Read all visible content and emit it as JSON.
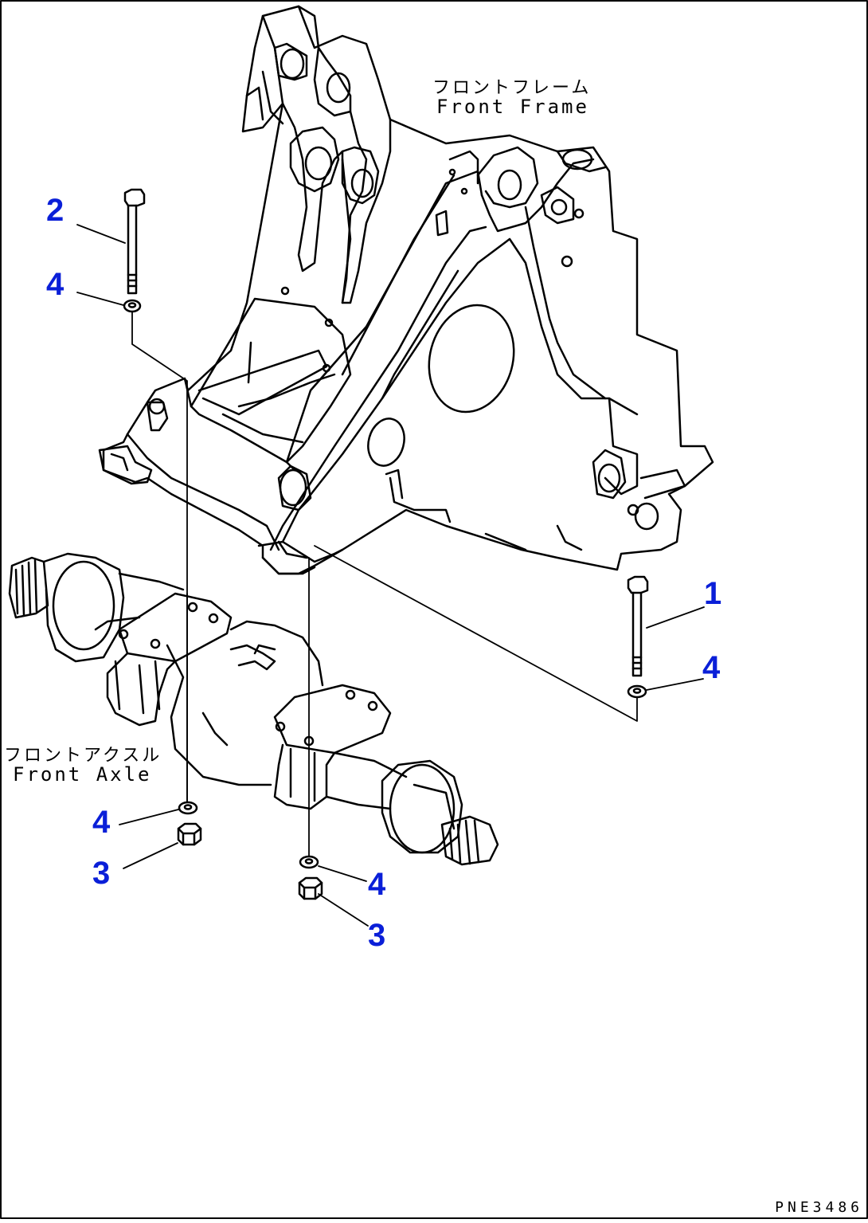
{
  "labels": {
    "front_frame_jp": "フロントフレーム",
    "front_frame_en": "Front Frame",
    "front_axle_jp": "フロントアクスル",
    "front_axle_en": "Front Axle"
  },
  "callouts": {
    "c1": "1",
    "c2": "2",
    "c3a": "3",
    "c3b": "3",
    "c4a": "4",
    "c4b": "4",
    "c4c": "4",
    "c4d": "4"
  },
  "figure_code": "PNE3486",
  "colors": {
    "callout": "#0a1fd8",
    "line": "#000000",
    "background": "#ffffff"
  }
}
